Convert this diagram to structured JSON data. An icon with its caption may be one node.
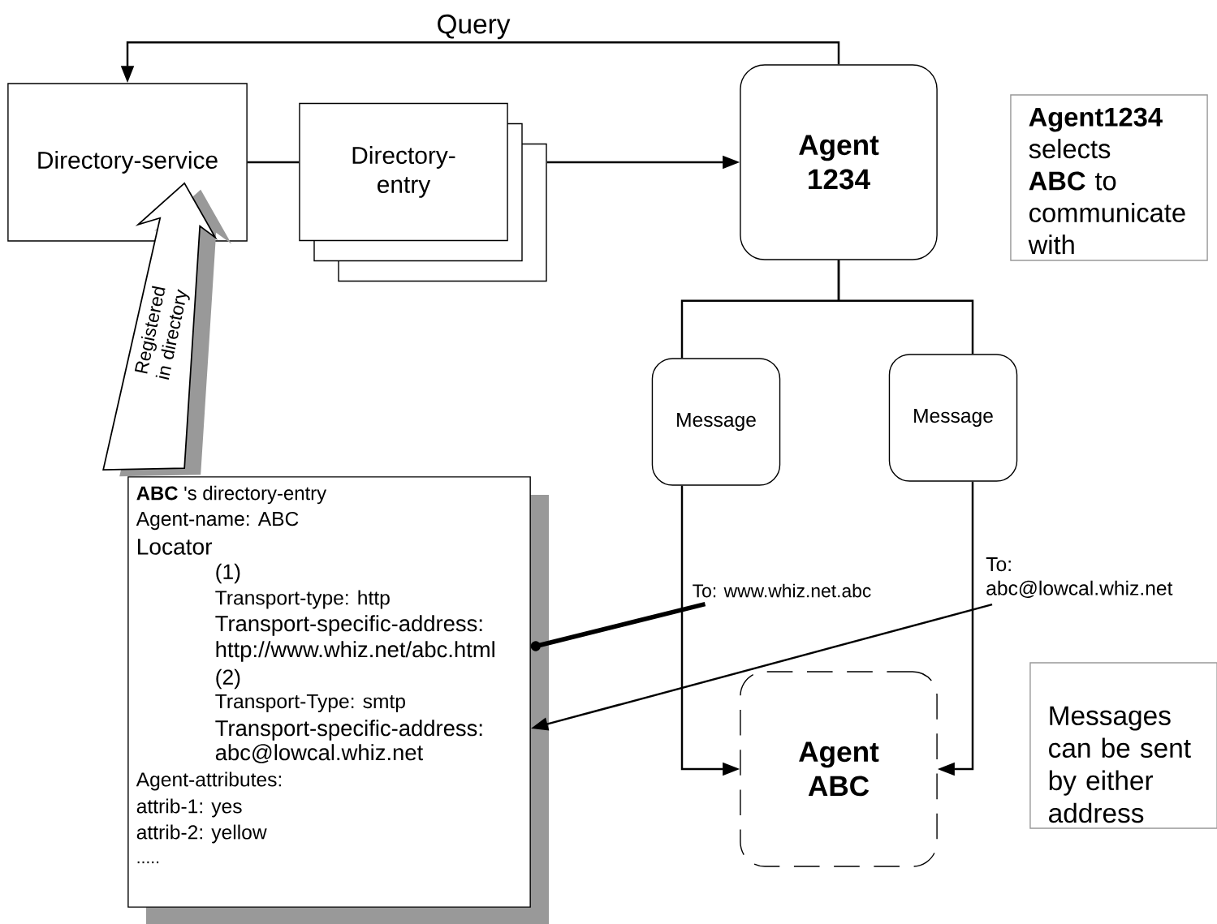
{
  "diagram": {
    "nodes": [
      {
        "text": [
          "Directory-service"
        ]
      },
      {
        "text": [
          "Directory-entry"
        ]
      },
      {
        "text": [
          "Agent 1234"
        ]
      },
      {
        "text": [
          "Message"
        ]
      },
      {
        "text": [
          "Message"
        ]
      },
      {
        "text": [
          "Agent ABC"
        ]
      },
      {
        "text": [
          "**ABC** 's directory-entry",
          "Agent-name: ABC",
          "Locator",
          "(1)",
          "Transport-type: http",
          "Transport-specific-address:",
          "http://www.whiz.net/abc.html",
          "(2)",
          "Transport-Type: smtp",
          "Transport-specific-address:",
          "abc@lowcal.whiz.net",
          "Agent-attributes:",
          "attrib-1: yes",
          "attrib-2: yellow",
          "....."
        ]
      },
      {
        "text": [
          "**Agent1234** selects **ABC** to communicate with"
        ]
      },
      {
        "text": [
          "Messages can be sent by either address"
        ]
      },
      {
        "text": [
          "To: www.whiz.net.abc"
        ]
      },
      {
        "text": [
          "To: abc@lowcal.whiz.net"
        ]
      }
    ],
    "edges": [
      {
        "from": 2,
        "to": 0,
        "arrow": "to",
        "label": "Query"
      },
      {
        "from": 0,
        "to": 1,
        "arrow": "none"
      },
      {
        "from": 1,
        "to": 2,
        "arrow": "to"
      },
      {
        "from": 2,
        "to": 3,
        "arrow": "none"
      },
      {
        "from": 2,
        "to": 4,
        "arrow": "none"
      },
      {
        "from": 3,
        "to": 5,
        "arrow": "to"
      },
      {
        "from": 4,
        "to": 5,
        "arrow": "to"
      },
      {
        "from": 6,
        "to": 0,
        "arrow": "to",
        "label": "Registered in directory",
        "style": "thick"
      },
      {
        "from": 9,
        "to": 6,
        "arrow": "to",
        "style": "thick"
      },
      {
        "from": 10,
        "to": 6,
        "arrow": "to"
      }
    ]
  }
}
